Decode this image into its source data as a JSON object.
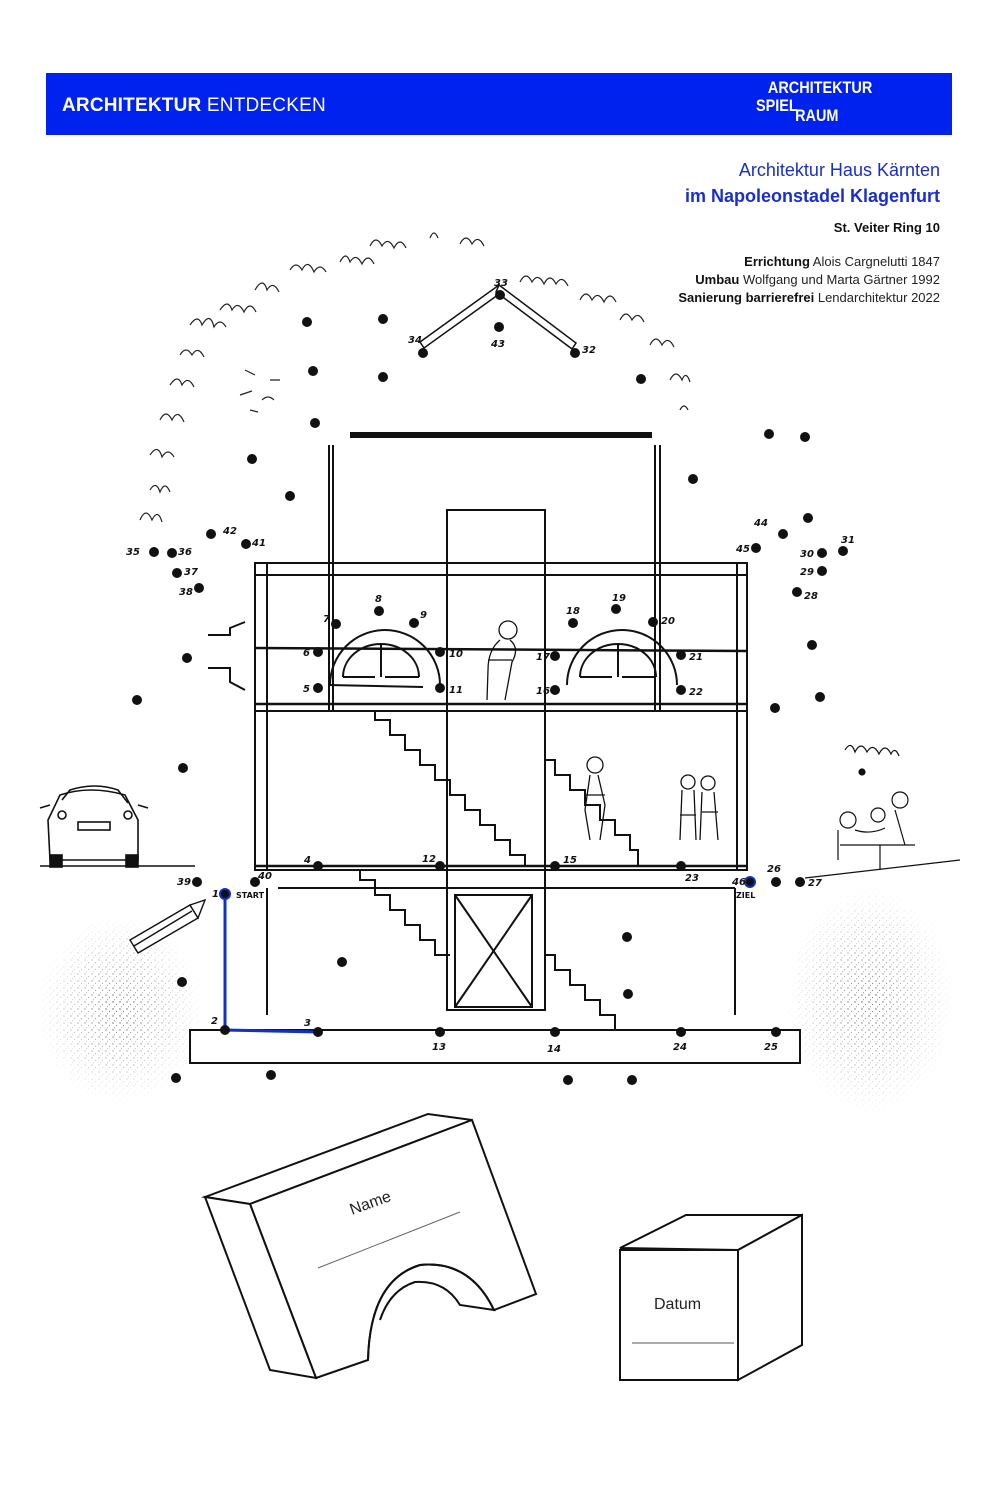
{
  "header": {
    "title_bold": "ARCHITEKTUR",
    "title_light": "ENTDECKEN",
    "logo_line1": "ARCHITEKTUR",
    "logo_line2": "SPIEL",
    "logo_line3": "RAUM",
    "background_color": "#0022ee"
  },
  "info": {
    "institution": "Architektur Haus Kärnten",
    "location": "im Napoleonstadel Klagenfurt",
    "address": "St. Veiter Ring 10",
    "credits": [
      {
        "label": "Errichtung",
        "value": "Alois Cargnelutti 1847"
      },
      {
        "label": "Umbau",
        "value": "Wolfgang und Marta Gärtner 1992"
      },
      {
        "label": "Sanierung barrierefrei",
        "value": "Lendarchitektur 2022"
      }
    ],
    "accent_color": "#1a2ecc"
  },
  "puzzle": {
    "start_label": "START",
    "end_label": "ZIEL",
    "path_color": "#1030c8",
    "numbered_dots": [
      {
        "n": "1"
      },
      {
        "n": "2"
      },
      {
        "n": "3"
      },
      {
        "n": "4"
      },
      {
        "n": "5"
      },
      {
        "n": "6"
      },
      {
        "n": "7"
      },
      {
        "n": "8"
      },
      {
        "n": "9"
      },
      {
        "n": "10"
      },
      {
        "n": "11"
      },
      {
        "n": "12"
      },
      {
        "n": "13"
      },
      {
        "n": "14"
      },
      {
        "n": "15"
      },
      {
        "n": "16"
      },
      {
        "n": "17"
      },
      {
        "n": "18"
      },
      {
        "n": "19"
      },
      {
        "n": "20"
      },
      {
        "n": "21"
      },
      {
        "n": "22"
      },
      {
        "n": "23"
      },
      {
        "n": "24"
      },
      {
        "n": "25"
      },
      {
        "n": "26"
      },
      {
        "n": "27"
      },
      {
        "n": "28"
      },
      {
        "n": "29"
      },
      {
        "n": "30"
      },
      {
        "n": "31"
      },
      {
        "n": "32"
      },
      {
        "n": "33"
      },
      {
        "n": "34"
      },
      {
        "n": "35"
      },
      {
        "n": "36"
      },
      {
        "n": "37"
      },
      {
        "n": "38"
      },
      {
        "n": "39"
      },
      {
        "n": "40"
      },
      {
        "n": "41"
      },
      {
        "n": "42"
      },
      {
        "n": "43"
      },
      {
        "n": "44"
      },
      {
        "n": "45"
      },
      {
        "n": "46"
      }
    ]
  },
  "form": {
    "name_label": "Name",
    "date_label": "Datum"
  }
}
